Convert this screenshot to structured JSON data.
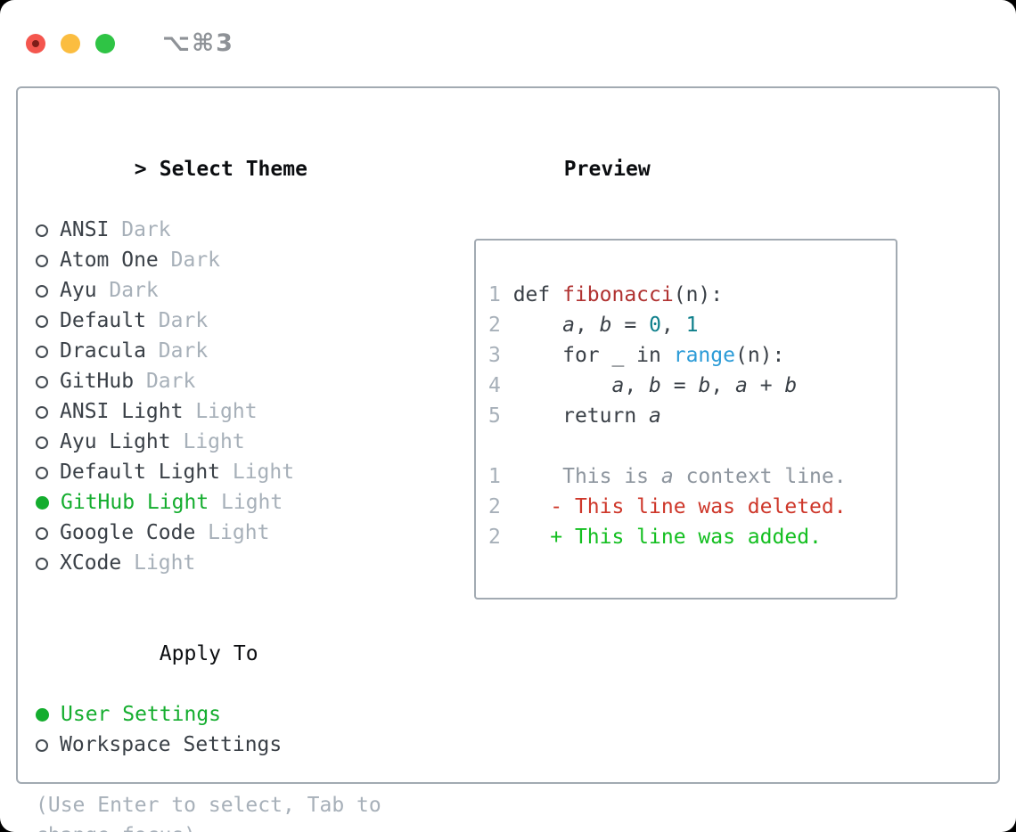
{
  "window": {
    "title": "⌥⌘3",
    "traffic_lights": [
      "close",
      "minimize",
      "zoom"
    ]
  },
  "theme_panel": {
    "title_prefix": ">",
    "title": "Select Theme",
    "themes": [
      {
        "name": "ANSI",
        "variant": "Dark",
        "selected": false
      },
      {
        "name": "Atom One",
        "variant": "Dark",
        "selected": false
      },
      {
        "name": "Ayu",
        "variant": "Dark",
        "selected": false
      },
      {
        "name": "Default",
        "variant": "Dark",
        "selected": false
      },
      {
        "name": "Dracula",
        "variant": "Dark",
        "selected": false
      },
      {
        "name": "GitHub",
        "variant": "Dark",
        "selected": false
      },
      {
        "name": "ANSI Light",
        "variant": "Light",
        "selected": false
      },
      {
        "name": "Ayu Light",
        "variant": "Light",
        "selected": false
      },
      {
        "name": "Default Light",
        "variant": "Light",
        "selected": false
      },
      {
        "name": "GitHub Light",
        "variant": "Light",
        "selected": true
      },
      {
        "name": "Google Code",
        "variant": "Light",
        "selected": false
      },
      {
        "name": "XCode",
        "variant": "Light",
        "selected": false
      }
    ],
    "apply_to": {
      "title": "Apply To",
      "options": [
        {
          "label": "User Settings",
          "selected": true
        },
        {
          "label": "Workspace Settings",
          "selected": false
        }
      ]
    },
    "hint": "(Use Enter to select, Tab to change focus)"
  },
  "preview": {
    "title": "Preview",
    "lines": [
      {
        "type": "code",
        "num": "1",
        "tokens": [
          {
            "t": "def ",
            "c": "fg"
          },
          {
            "t": "fibonacci",
            "c": "func"
          },
          {
            "t": "(n):",
            "c": "fg"
          }
        ]
      },
      {
        "type": "code",
        "num": "2",
        "tokens": [
          {
            "t": "    ",
            "c": "fg"
          },
          {
            "t": "a",
            "c": "fg",
            "i": 1
          },
          {
            "t": ", ",
            "c": "fg"
          },
          {
            "t": "b",
            "c": "fg",
            "i": 1
          },
          {
            "t": " = ",
            "c": "fg"
          },
          {
            "t": "0",
            "c": "num"
          },
          {
            "t": ", ",
            "c": "fg"
          },
          {
            "t": "1",
            "c": "num"
          }
        ]
      },
      {
        "type": "code",
        "num": "3",
        "tokens": [
          {
            "t": "    for _ in ",
            "c": "fg"
          },
          {
            "t": "range",
            "c": "builtin"
          },
          {
            "t": "(n):",
            "c": "fg"
          }
        ]
      },
      {
        "type": "code",
        "num": "4",
        "tokens": [
          {
            "t": "        ",
            "c": "fg"
          },
          {
            "t": "a",
            "c": "fg",
            "i": 1
          },
          {
            "t": ", ",
            "c": "fg"
          },
          {
            "t": "b",
            "c": "fg",
            "i": 1
          },
          {
            "t": " = ",
            "c": "fg"
          },
          {
            "t": "b",
            "c": "fg",
            "i": 1
          },
          {
            "t": ", ",
            "c": "fg"
          },
          {
            "t": "a",
            "c": "fg",
            "i": 1
          },
          {
            "t": " + ",
            "c": "fg"
          },
          {
            "t": "b",
            "c": "fg",
            "i": 1
          }
        ]
      },
      {
        "type": "code",
        "num": "5",
        "tokens": [
          {
            "t": "    return ",
            "c": "fg"
          },
          {
            "t": "a",
            "c": "fg",
            "i": 1
          }
        ]
      },
      {
        "type": "blank",
        "num": "",
        "tokens": []
      },
      {
        "type": "context",
        "num": "1",
        "tokens": [
          {
            "t": "    This is ",
            "c": "ctx"
          },
          {
            "t": "a",
            "c": "ctx",
            "i": 1
          },
          {
            "t": " context line.",
            "c": "ctx"
          }
        ]
      },
      {
        "type": "deleted",
        "num": "2",
        "tokens": [
          {
            "t": "   - This line was deleted.",
            "c": "del"
          }
        ]
      },
      {
        "type": "added",
        "num": "2",
        "tokens": [
          {
            "t": "   + This line was added.",
            "c": "add"
          }
        ]
      }
    ]
  },
  "colors": {
    "fg": "#3a4047",
    "heading": "#0b0d10",
    "muted": "#a7b0b9",
    "ctx": "#8d959e",
    "green": "#14ad2e",
    "func": "#b03231",
    "num": "#0e7f8b",
    "builtin": "#2b9bd7",
    "del": "#ce372a",
    "add": "#13bf20",
    "ring": "#434a51",
    "border": "#a2aab2",
    "title_gray": "#8e9297",
    "light_red": "#f4564e",
    "light_red_dot": "#7e1d18",
    "light_yellow": "#fbbd40",
    "light_green": "#2fc445"
  }
}
